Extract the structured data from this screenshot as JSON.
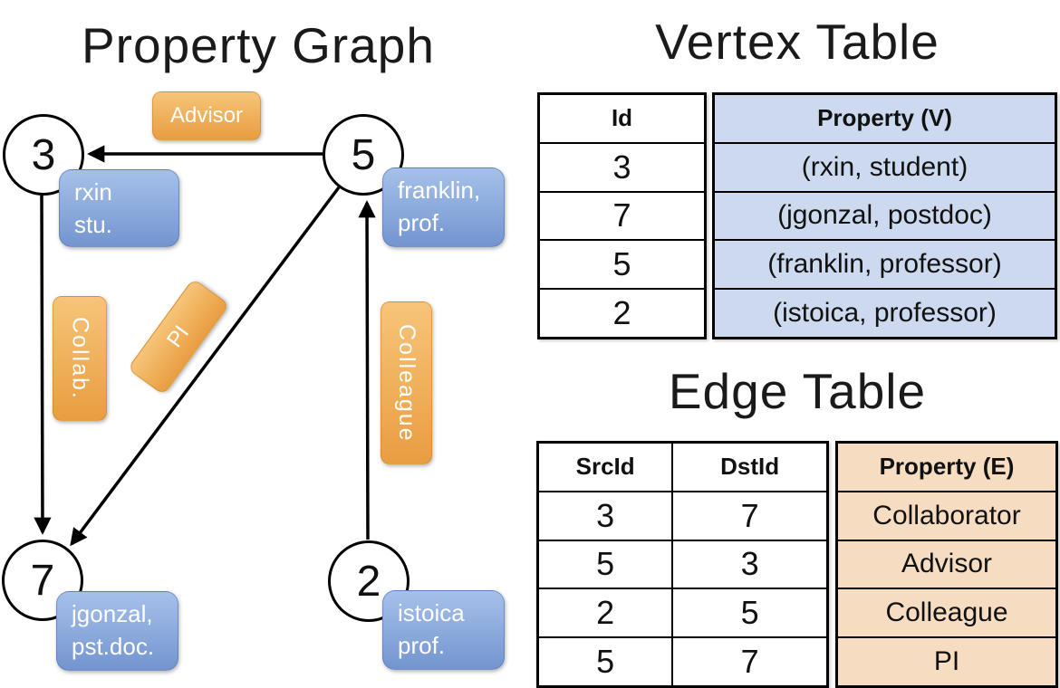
{
  "colors": {
    "orange_label_top": "#f6c579",
    "orange_label_bottom": "#e99d41",
    "blue_box_top": "#a6c0e9",
    "blue_box_bottom": "#7394cf",
    "vertex_table_fill": "#ccd9ee",
    "edge_table_fill": "#f6dcc0",
    "line_color": "#000000"
  },
  "graph": {
    "title": "Property Graph",
    "nodes": {
      "n3": {
        "id": "3",
        "line1": "rxin",
        "line2": "stu."
      },
      "n5": {
        "id": "5",
        "line1": "franklin,",
        "line2": "prof."
      },
      "n7": {
        "id": "7",
        "line1": "jgonzal,",
        "line2": "pst.doc."
      },
      "n2": {
        "id": "2",
        "line1": "istoica",
        "line2": "prof."
      }
    },
    "edge_labels": {
      "advisor": "Advisor",
      "collab": "Collab.",
      "pi": "PI",
      "colleague": "Colleague"
    }
  },
  "vertex_table": {
    "title": "Vertex Table",
    "headers": {
      "id": "Id",
      "property": "Property (V)"
    },
    "rows": [
      {
        "id": "3",
        "property": "(rxin, student)"
      },
      {
        "id": "7",
        "property": "(jgonzal, postdoc)"
      },
      {
        "id": "5",
        "property": "(franklin, professor)"
      },
      {
        "id": "2",
        "property": "(istoica, professor)"
      }
    ]
  },
  "edge_table": {
    "title": "Edge Table",
    "headers": {
      "src": "SrcId",
      "dst": "DstId",
      "property": "Property (E)"
    },
    "rows": [
      {
        "src": "3",
        "dst": "7",
        "property": "Collaborator"
      },
      {
        "src": "5",
        "dst": "3",
        "property": "Advisor"
      },
      {
        "src": "2",
        "dst": "5",
        "property": "Colleague"
      },
      {
        "src": "5",
        "dst": "7",
        "property": "PI"
      }
    ]
  }
}
